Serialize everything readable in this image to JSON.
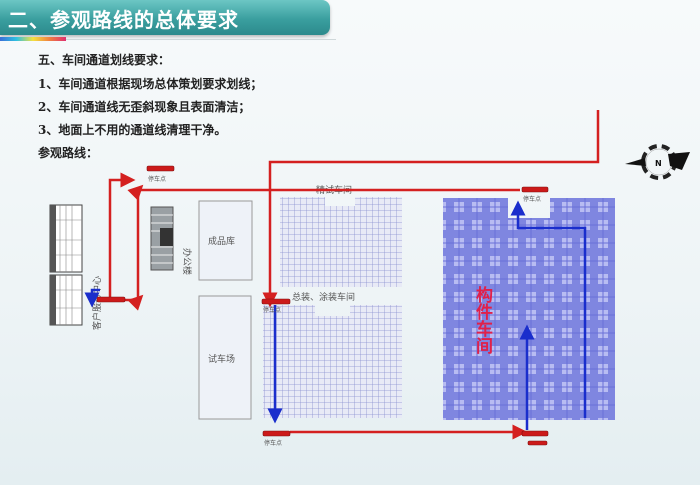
{
  "header": {
    "title": "二、参观路线的总体要求"
  },
  "requirements": {
    "heading": "五、车间通道划线要求：",
    "items": [
      "1、车间通道根据现场总体策划要求划线；",
      "2、车间通道线无歪斜现象且表面清洁；",
      "3、地面上不用的通道线清理干净。"
    ],
    "route_label": "参观路线："
  },
  "map": {
    "customer_center": "客户服务中心",
    "office": "办公楼",
    "warehouse": "成品库",
    "test_track": "试车场",
    "precision_workshop": "精试车间",
    "assembly_workshop": "总装、涂装车间",
    "component_workshop": "构件车间",
    "parking": "停车点",
    "compass_label": "N"
  },
  "colors": {
    "route_red": "#d42020",
    "route_blue": "#1a2ecc",
    "header": "#3a9f9f"
  }
}
